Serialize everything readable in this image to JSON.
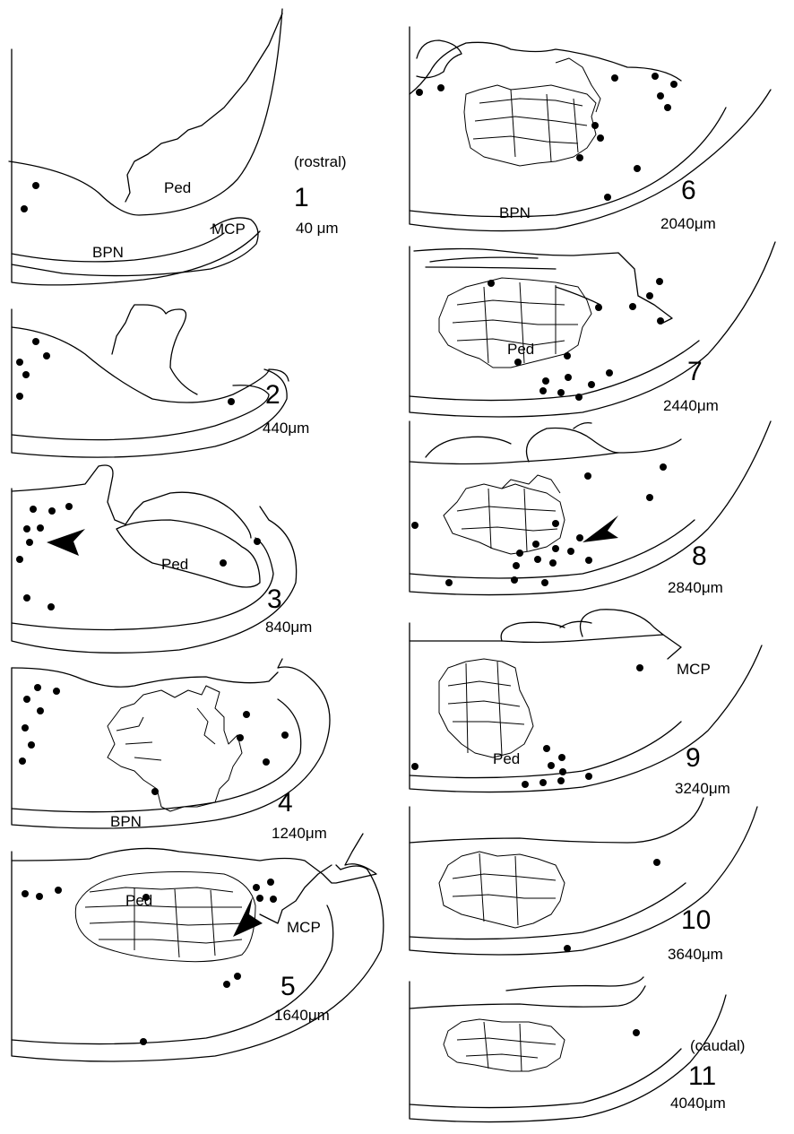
{
  "labels": {
    "rostral": "(rostral)",
    "caudal": "(caudal)",
    "ped": "Ped",
    "bpn": "BPN",
    "mcp": "MCP"
  },
  "sections": [
    {
      "number": "1",
      "depth": "40 μm"
    },
    {
      "number": "2",
      "depth": "440μm"
    },
    {
      "number": "3",
      "depth": "840μm"
    },
    {
      "number": "4",
      "depth": "1240μm"
    },
    {
      "number": "5",
      "depth": "1640μm"
    },
    {
      "number": "6",
      "depth": "2040μm"
    },
    {
      "number": "7",
      "depth": "2440μm"
    },
    {
      "number": "8",
      "depth": "2840μm"
    },
    {
      "number": "9",
      "depth": "3240μm"
    },
    {
      "number": "10",
      "depth": "3640μm"
    },
    {
      "number": "11",
      "depth": "4040μm"
    }
  ]
}
